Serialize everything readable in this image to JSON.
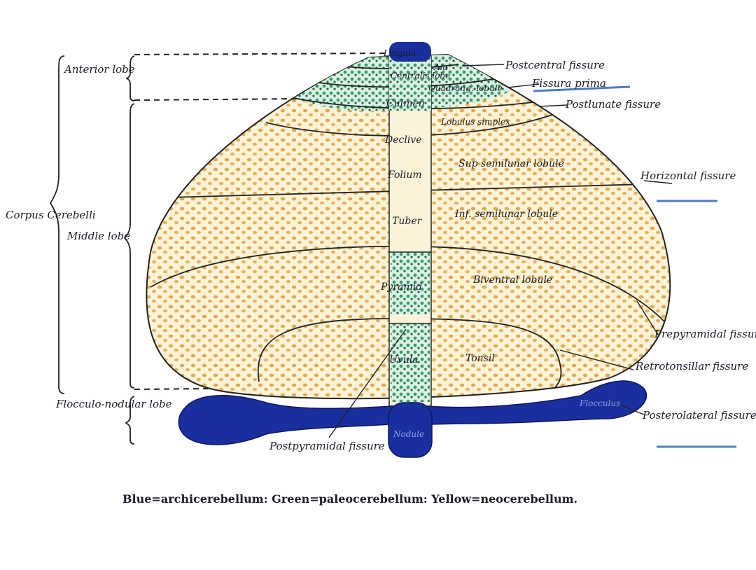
{
  "brackets": {
    "anterior": "Anterior lobe",
    "corpus": "Corpus Cerebelli",
    "middle": "Middle lobe",
    "flocculo": "Flocculo-nodular lobe"
  },
  "vermis": {
    "lingula": "Lingula",
    "centralis": "Centralis lobe",
    "culmen": "Culmen",
    "declive": "Declive",
    "folium": "Folium",
    "tuber": "Tuber",
    "pyramid": "Pyramid",
    "uvula": "Uvula",
    "nodule": "Nodule"
  },
  "lobules": {
    "ala": "Ala",
    "quadrangular": "Quadrang. lobule",
    "simplex": "Lobulus simplex",
    "sup_semilunar": "Sup semilunar lobule",
    "inf_semilunar": "Inf. semilunar lobule",
    "biventral": "Biventral lobule",
    "tonsil": "Tonsil",
    "flocculus": "Flocculus"
  },
  "fissures": {
    "postcentral": "Postcentral fissure",
    "prima": "Fissura prima",
    "postlunate": "Postlunate fissure",
    "horizontal": "Horizontal fissure",
    "prepyramidal": "Prepyramidal fissure",
    "retrotonsillar": "Retrotonsillar fissure",
    "posterolateral": "Posterolateral fissure",
    "postpyramidal": "Postpyramidal fissure"
  },
  "caption": "Blue=archicerebellum: Green=paleocerebellum: Yellow=neocerebellum.",
  "colors": {
    "archicerebellum": "#1a2f9e",
    "paleocerebellum": "#2fa36a",
    "neocerebellum": "#e3a94a",
    "background_fill": "#fbf3d8",
    "underline": "#4f7cc4"
  }
}
